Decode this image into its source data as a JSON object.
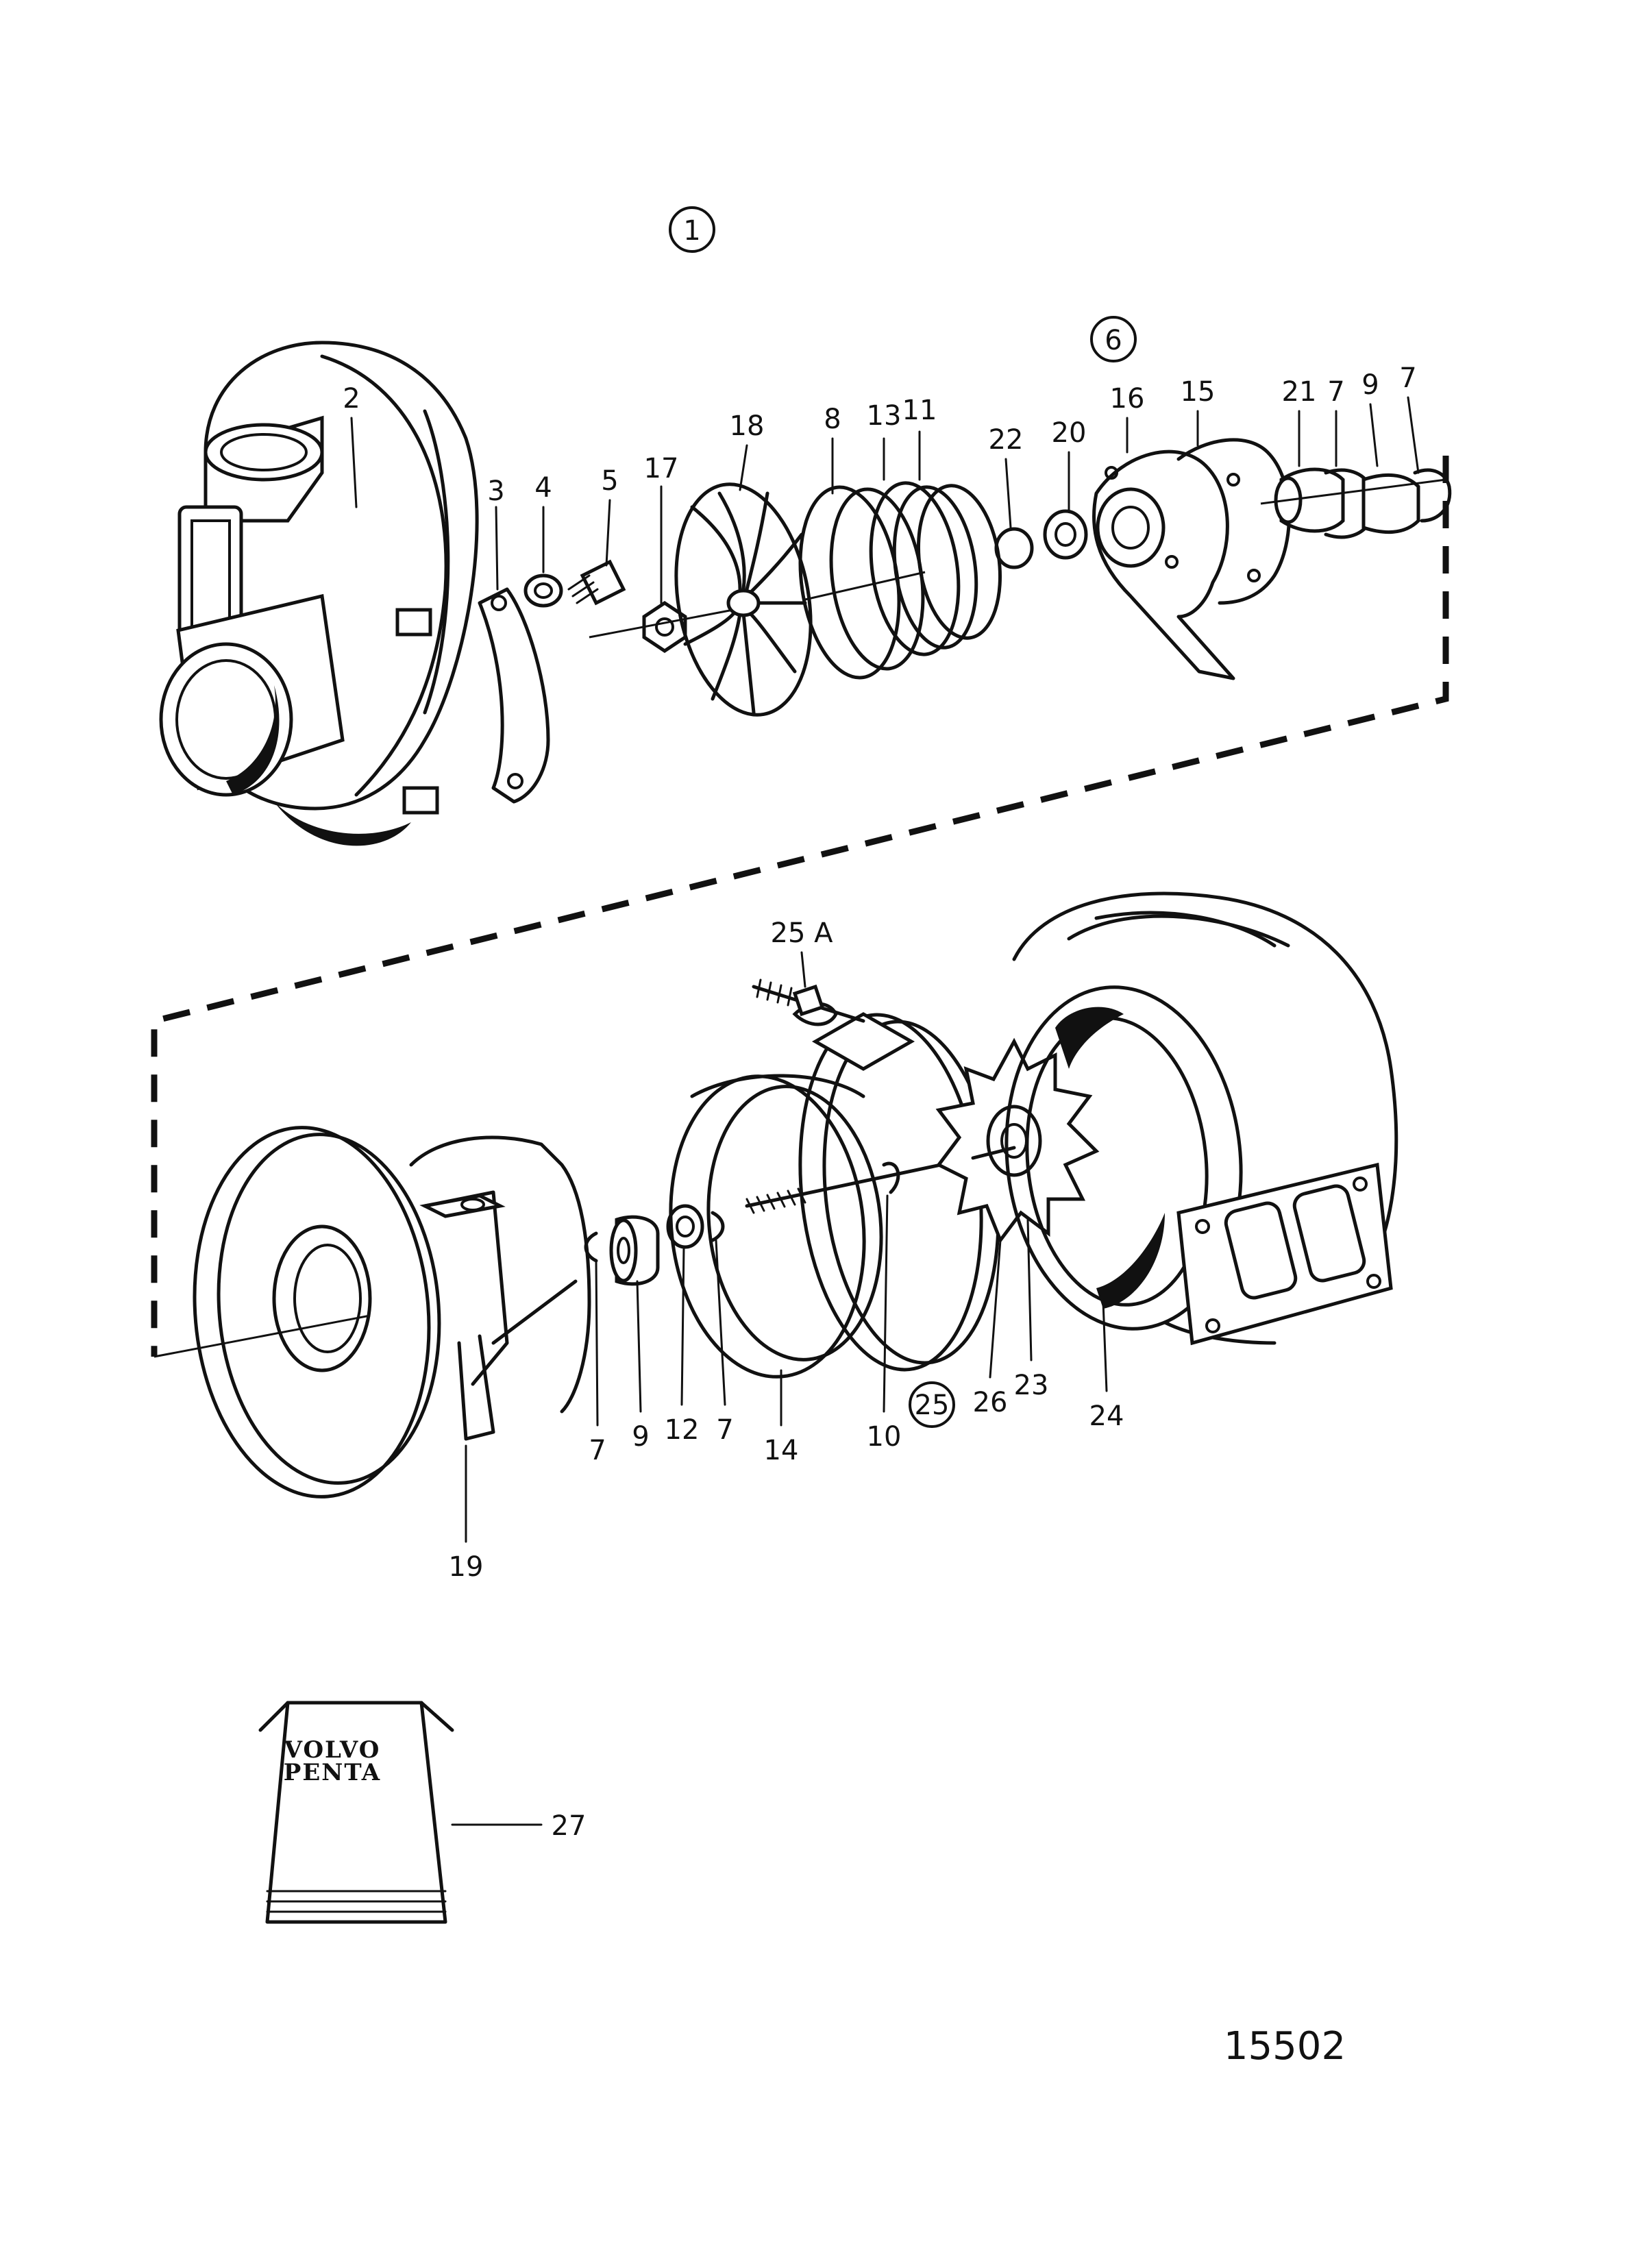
{
  "diagram": {
    "group_labels": [
      "1",
      "6",
      "25"
    ],
    "part_labels": [
      "2",
      "3",
      "4",
      "5",
      "17",
      "18",
      "8",
      "13",
      "11",
      "22",
      "20",
      "16",
      "15",
      "21",
      "7",
      "9",
      "7",
      "25 A",
      "7",
      "9",
      "12",
      "7",
      "14",
      "10",
      "26",
      "23",
      "24",
      "19",
      "27"
    ],
    "box": {
      "line1": "VOLVO",
      "line2": "PENTA"
    },
    "figure_number": "15502"
  }
}
